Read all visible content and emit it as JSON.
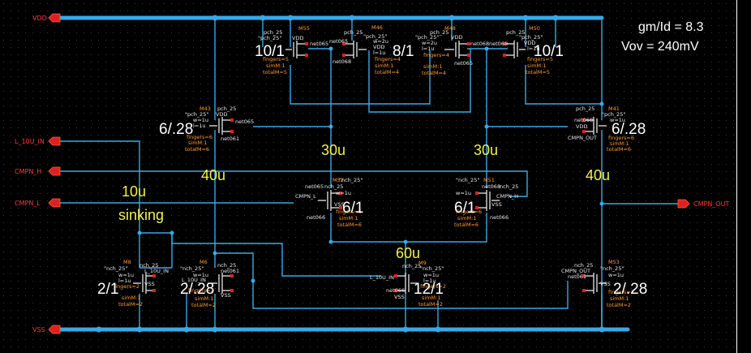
{
  "pins": {
    "vdd": "VDD",
    "vss": "VSS",
    "l_10u_in": "L_10U_IN",
    "cmpn_h": "CMPN_H",
    "cmpn_l": "CMPN_L",
    "cmpn_out": "CMPN_OUT"
  },
  "annotations": {
    "gm_id": "gm/Id = 8.3",
    "vov": "Vov = 240mV",
    "ratio_m55": "10/1",
    "ratio_m46": "8/1",
    "ratio_m50": "10/1",
    "ratio_m43": "6/.28",
    "ratio_m41": "6/.28",
    "ratio_m52": "6/1",
    "ratio_m51": "6/1",
    "ratio_m8": "2/1",
    "ratio_m6": "2/.28",
    "ratio_m9": "12/1",
    "ratio_m53": "2/.28",
    "cur_30u_left": "30u",
    "cur_30u_right": "30u",
    "cur_40u_left": "40u",
    "cur_40u_right": "40u",
    "cur_10u": "10u",
    "sinking": "sinking",
    "cur_60u": "60u"
  },
  "devices": {
    "m55": {
      "name": "M55",
      "model": "pch_25",
      "cell": "\"pch_25\"",
      "w": "w=1u",
      "l": "l=1u",
      "fingers": "fingers=5",
      "simm": "simM:1",
      "totalm": "totalM=5",
      "pin_a": "VDD",
      "pin_b": "net065"
    },
    "m46": {
      "name": "M46",
      "model": "pch_25",
      "cell": "\"pch_25\"",
      "w": "w=2u",
      "l": "l=1u",
      "fingers": "fingers=4",
      "simm": "simM:1",
      "totalm": "totalM=4",
      "pin_a": "net065",
      "pin_b": "VDD",
      "pin_c": "net068"
    },
    "m48": {
      "name": "M48",
      "model": "pch_25",
      "cell": "\"pch_25\"",
      "w": "w=2u",
      "l": "l=1u",
      "fingers": "fingers=4",
      "simm": "simM:1",
      "totalm": "totalM=4",
      "pin_a": "net068",
      "pin_b": "VDD",
      "pin_c": "net065"
    },
    "m50": {
      "name": "M50",
      "model": "pch_25",
      "cell": "\"pch_25\"",
      "w": "w=1u",
      "l": "l=1u",
      "fingers": "fingers=5",
      "simm": "simM:1",
      "totalm": "totalM=5",
      "pin_a": "net068",
      "pin_b": "VDD"
    },
    "m43": {
      "name": "M43",
      "model": "pch_25",
      "cell": "\"pch_25\"",
      "w": "w=1u",
      "l": "l=1u",
      "fingers": "fingers=6",
      "simm": "simM:1",
      "totalm": "totalM=6",
      "pin_a": "VDD",
      "pin_b": "net065",
      "pin_c": "net061"
    },
    "m41": {
      "name": "M41",
      "model": "pch_25",
      "cell": "\"pch_25\"",
      "w": "w=1u",
      "l": "l=1u",
      "fingers": "fingers=6",
      "simm": "simM:1",
      "totalm": "totalM=6",
      "pin_a": "net068",
      "pin_b": "VDD",
      "pin_c": "CMPN_OUT"
    },
    "m52": {
      "name": "M52",
      "model": "nch_25",
      "cell": "\"nch_25\"",
      "w": "w=1u",
      "l": "l=1u",
      "fingers": "fingers=6",
      "simm": "simM:1",
      "totalm": "totalM=6",
      "pin_a": "net065",
      "pin_b": "CMPN_L",
      "pin_c": "VSS",
      "pin_d": "net066"
    },
    "m51": {
      "name": "M51",
      "model": "nch_25",
      "cell": "\"nch_25\"",
      "w": "w=1u",
      "l": "l=1u",
      "fingers": "fingers=6",
      "simm": "simM:1",
      "totalm": "totalM=6",
      "pin_a": "net068",
      "pin_b": "CMPN_H",
      "pin_c": "VSS",
      "pin_d": "net066"
    },
    "m8": {
      "name": "M8",
      "model": "nch_25",
      "cell": "\"nch_25\"",
      "w": "w=1u",
      "l": "l=1u",
      "fingers": "fingers=2",
      "simm": "simM:1",
      "totalm": "totalM=2",
      "pin_a": "L_10U_IN",
      "pin_b": "VSS"
    },
    "m6": {
      "name": "M6",
      "model": "nch_25",
      "cell": "\"nch_25\"",
      "w": "w=1u",
      "l": "l=1u",
      "fingers": "fingers=2",
      "simm": "simM:1",
      "totalm": "totalM=2",
      "pin_a": "net061",
      "pin_b": "L_10U_IN",
      "pin_c": "VSS"
    },
    "m9": {
      "name": "M9",
      "model": "nch_25",
      "cell": "\"nch_25\"",
      "w": "w=1u",
      "l": "l=1u",
      "fingers": "fingers=2",
      "simm": "simM:1",
      "totalm": "totalM=2",
      "pin_a": "L_10U_IN",
      "pin_b": "net066",
      "pin_c": "VSS"
    },
    "m53": {
      "name": "M53",
      "model": "nch_25",
      "cell": "\"nch_25\"",
      "w": "w=1u",
      "l": "l=1u",
      "fingers": "fingers=2",
      "simm": "simM:1",
      "totalm": "totalM=2",
      "pin_a": "CMPN_OUT",
      "pin_b": "net061",
      "pin_c": "VSS"
    }
  },
  "colors": {
    "background": "#000000",
    "wire": "#3aa8e6",
    "pin": "#e02020",
    "label_white": "#ffffff",
    "label_yellow": "#f0f050",
    "device_orange": "#ff9a30"
  }
}
